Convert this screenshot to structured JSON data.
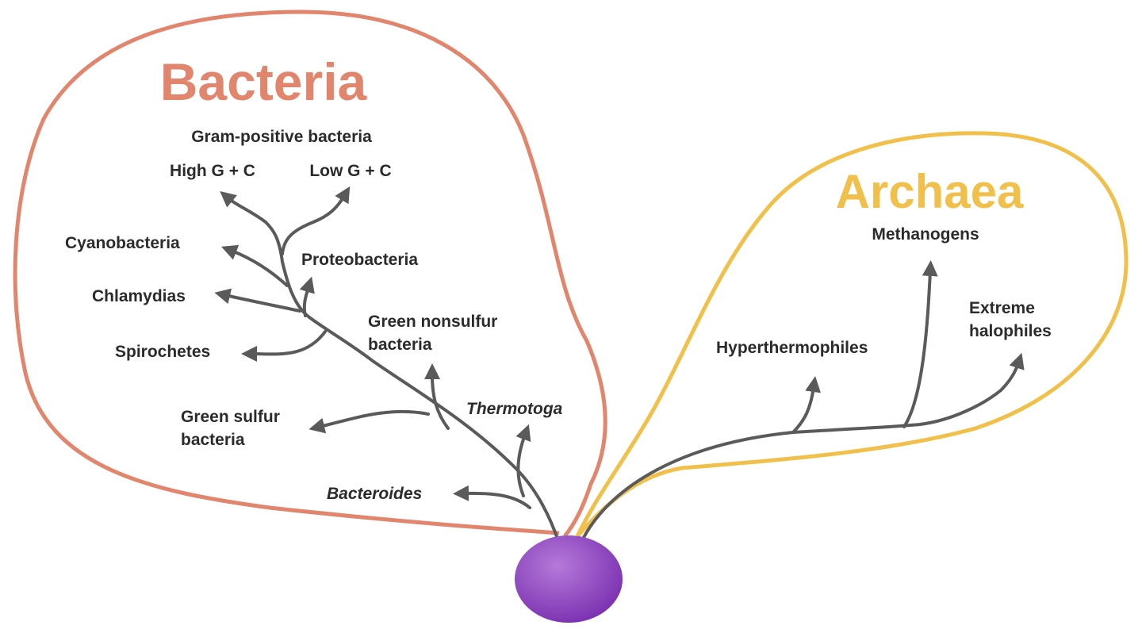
{
  "colors": {
    "bacteria": "#e2856d",
    "archaea": "#f0c04a",
    "branch": "#5a5a5a",
    "root_light": "#b47ad9",
    "root_dark": "#7a2fb0"
  },
  "bacteria": {
    "title": "Bacteria",
    "gram_positive": "Gram-positive bacteria",
    "high_gc": "High G + C",
    "low_gc": "Low G + C",
    "cyanobacteria": "Cyanobacteria",
    "proteobacteria": "Proteobacteria",
    "chlamydias": "Chlamydias",
    "spirochetes": "Spirochetes",
    "green_nonsulfur_1": "Green nonsulfur",
    "green_nonsulfur_2": "bacteria",
    "green_sulfur_1": "Green sulfur",
    "green_sulfur_2": "bacteria",
    "thermotoga": "Thermotoga",
    "bacteroides": "Bacteroides"
  },
  "archaea": {
    "title": "Archaea",
    "methanogens": "Methanogens",
    "extreme_1": "Extreme",
    "extreme_2": "halophiles",
    "hyperthermophiles": "Hyperthermophiles"
  }
}
